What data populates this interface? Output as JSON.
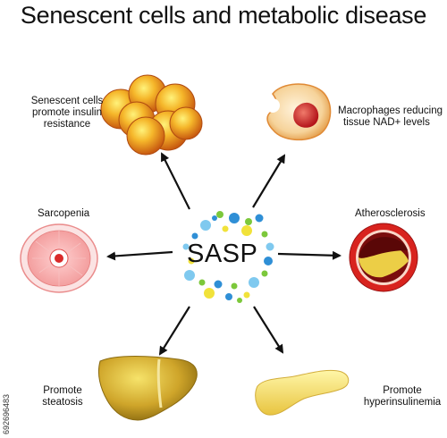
{
  "title": "Senescent cells and metabolic disease",
  "center_label": "SASP",
  "labels": {
    "insulin_resistance": [
      "Senescent cells",
      "promote insulin",
      "resistance"
    ],
    "macrophages": [
      "Macrophages reducing",
      "tissue NAD+ levels"
    ],
    "sarcopenia": [
      "Sarcopenia"
    ],
    "atherosclerosis": [
      "Atherosclerosis"
    ],
    "steatosis": [
      "Promote",
      "steatosis"
    ],
    "hyperinsulinemia": [
      "Promote",
      "hyperinsulinemia"
    ]
  },
  "stock_id": "692696483",
  "colors": {
    "arrow": "#111111",
    "fat_cell": "#f0a01a",
    "macrophage": "#f3c98a",
    "muscle": "#f2a8a8",
    "artery": "#d8231e",
    "liver": "#c9a62a",
    "pancreas": "#f3da6a",
    "sasp_blue": "#2f8fd6",
    "sasp_yellow": "#f1e23a",
    "sasp_green": "#7cc83b"
  }
}
